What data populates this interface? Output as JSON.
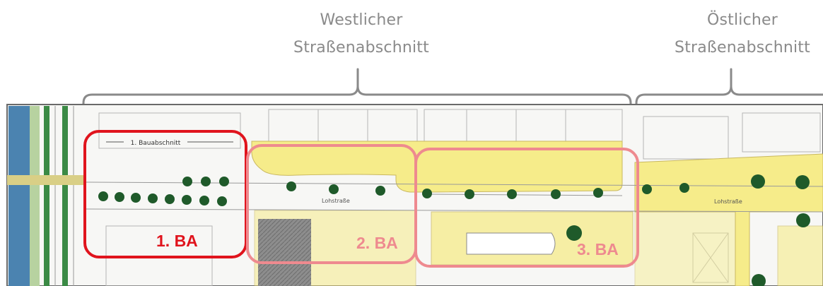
{
  "headings": {
    "west": [
      "Westlicher",
      "Straßenabschnitt"
    ],
    "east": [
      "Östlicher",
      "Straßenabschnitt"
    ]
  },
  "map": {
    "section_caption": "1. Bauabschnitt",
    "street_name": "Lohstraße"
  },
  "construction_phases": [
    {
      "label": "1. BA",
      "color": "#e0141d"
    },
    {
      "label": "2. BA",
      "color": "#ee8a8f"
    },
    {
      "label": "3. BA",
      "color": "#ee8a8f"
    }
  ],
  "colors": {
    "heading_text": "#8a8a8a",
    "bracket": "#8a8a8a",
    "road_fill": "#f6ec8a",
    "tree": "#1f5a2a",
    "canal": "#4b83b0",
    "green_strip": "#3b8a45"
  }
}
